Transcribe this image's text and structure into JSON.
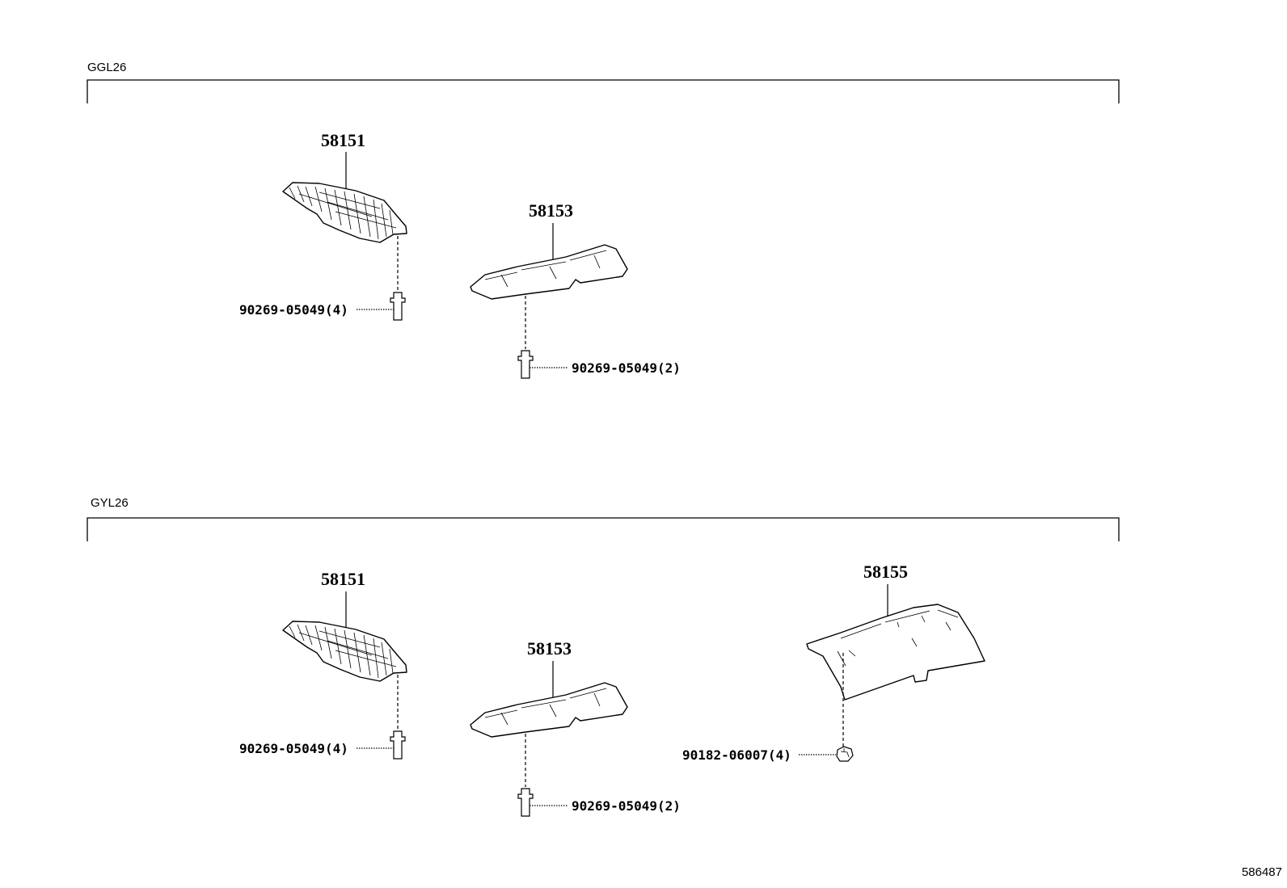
{
  "sections": [
    {
      "title": "GGL26",
      "parts": [
        {
          "number": "58151"
        },
        {
          "number": "58153"
        }
      ],
      "fasteners": [
        {
          "code": "90269-05049(4)"
        },
        {
          "code": "90269-05049(2)"
        }
      ]
    },
    {
      "title": "GYL26",
      "parts": [
        {
          "number": "58151"
        },
        {
          "number": "58153"
        },
        {
          "number": "58155"
        }
      ],
      "fasteners": [
        {
          "code": "90269-05049(4)"
        },
        {
          "code": "90269-05049(2)"
        },
        {
          "code": "90182-06007(4)"
        }
      ]
    }
  ],
  "figure_id": "586487"
}
